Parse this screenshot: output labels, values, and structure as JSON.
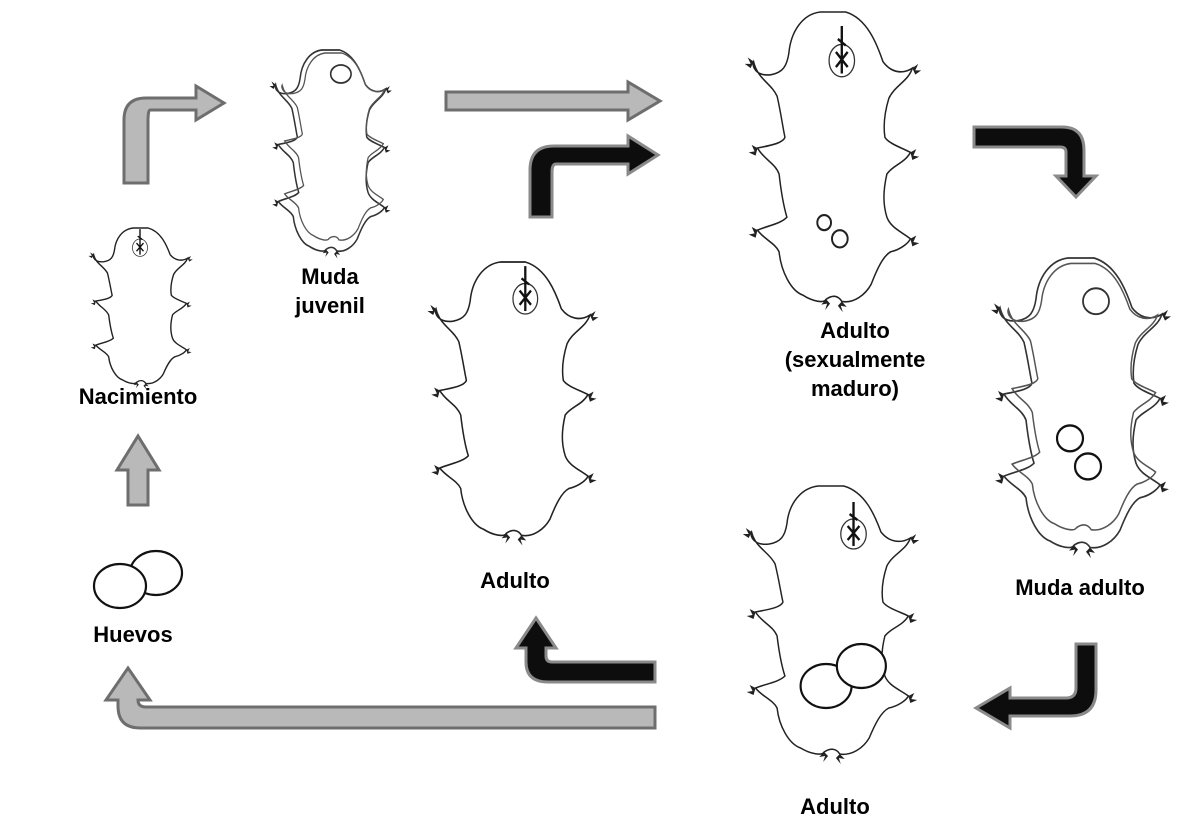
{
  "labels": {
    "nacimiento": "Nacimiento",
    "muda_juvenil": [
      "Muda",
      "juvenil"
    ],
    "huevos": "Huevos",
    "adulto_center": "Adulto",
    "adulto_maduro": [
      "Adulto",
      "(sexualmente",
      "maduro)"
    ],
    "muda_adulto": "Muda adulto",
    "adulto_bottom": "Adulto"
  },
  "colors": {
    "gray_arrow": "#b9b9b9",
    "black_arrow": "#0d0d0d",
    "outline": "#222222"
  }
}
